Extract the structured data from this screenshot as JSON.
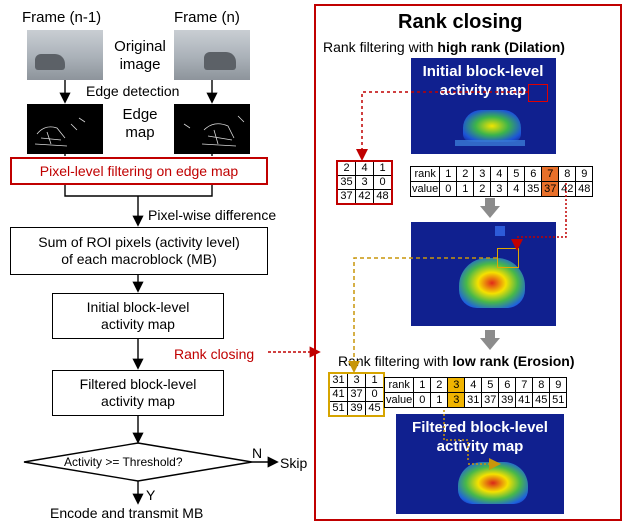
{
  "left": {
    "frame_prev": "Frame (n-1)",
    "frame_cur": "Frame (n)",
    "original_image": "Original\nimage",
    "edge_detection": "Edge detection",
    "edge_map": "Edge\nmap",
    "pixel_filter": "Pixel-level filtering on edge map",
    "pixel_diff": "Pixel-wise difference",
    "sum_roi": "Sum of ROI pixels (activity level)\nof each macroblock (MB)",
    "initial_map": "Initial block-level\nactivity map",
    "rank_closing_label": "Rank closing",
    "filtered_map": "Filtered block-level\nactivity map",
    "decision": "Activity >= Threshold?",
    "no": "N",
    "skip": "Skip",
    "yes": "Y",
    "encode": "Encode and transmit MB"
  },
  "right": {
    "title": "Rank closing",
    "dilation_prefix": "Rank filtering with ",
    "dilation_bold": "high rank (Dilation)",
    "erosion_prefix": "Rank filtering with ",
    "erosion_bold": "low rank (Erosion)",
    "initial_map_overlay": "Initial block-level\nactivity map",
    "filtered_map_overlay": "Filtered block-level\nactivity map",
    "matrix_dilation": [
      [
        "2",
        "4",
        "1"
      ],
      [
        "35",
        "3",
        "0"
      ],
      [
        "37",
        "42",
        "48"
      ]
    ],
    "matrix_erosion": [
      [
        "31",
        "3",
        "1"
      ],
      [
        "41",
        "37",
        "0"
      ],
      [
        "51",
        "39",
        "45"
      ]
    ],
    "rank_header": "rank",
    "value_header": "value",
    "ranks": [
      "1",
      "2",
      "3",
      "4",
      "5",
      "6",
      "7",
      "8",
      "9"
    ],
    "values_dilation": [
      "0",
      "1",
      "2",
      "3",
      "4",
      "35",
      "37",
      "42",
      "48"
    ],
    "values_erosion": [
      "0",
      "1",
      "3",
      "31",
      "37",
      "39",
      "41",
      "45",
      "51"
    ],
    "selected_dilation_index": 6,
    "selected_erosion_index": 2
  },
  "colors": {
    "accent_red": "#c00000",
    "highlight_orange": "#e8702a",
    "highlight_yellow": "#f0b400",
    "gold_dashed": "#c8960a",
    "heatmap_blue": "#10208f"
  }
}
